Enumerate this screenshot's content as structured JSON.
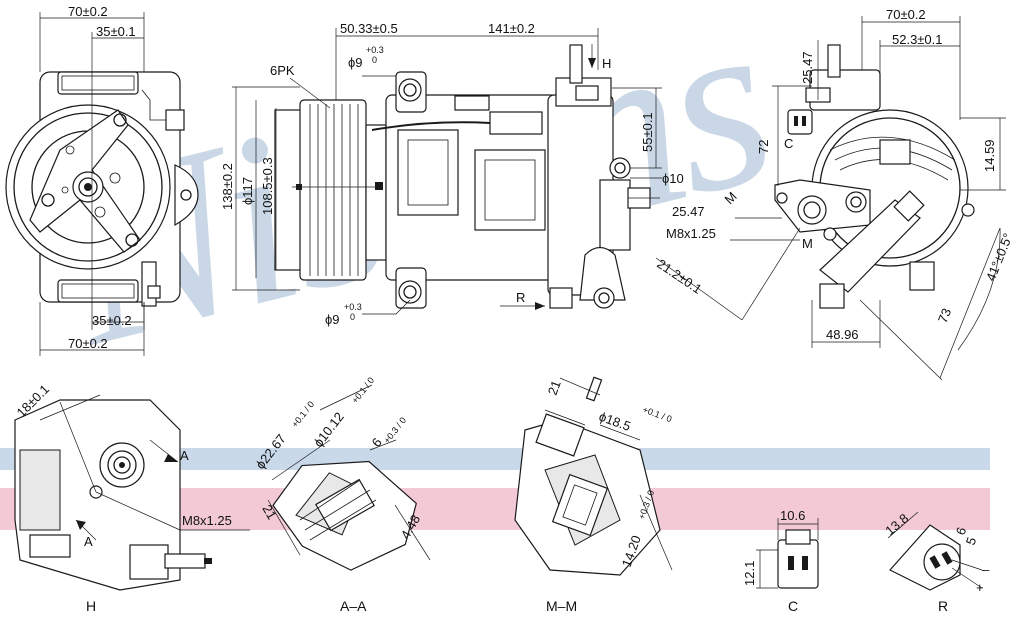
{
  "colors": {
    "watermark_blue": "#9fb7d3",
    "band_blue": "#c9d9ea",
    "band_pink": "#f2c9d4",
    "line": "#1a1a1a"
  },
  "watermark": {
    "text": "Nissens"
  },
  "views": {
    "front": {
      "dim_width": "70±0.2",
      "dim_half_top": "35±0.1",
      "dim_half_bottom": "35±0.2",
      "dim_width_bottom": "70±0.2"
    },
    "side": {
      "dim_a": "50.33±0.5",
      "dim_b": "141±0.2",
      "hole_top": "ϕ9",
      "hole_top_tol_plus": "+0.3",
      "hole_top_tol_zero": "0",
      "belt": "6PK",
      "dim_h138": "138±0.2",
      "dim_d117": "ϕ117",
      "dim_h108": "108.5±0.3",
      "dim_55": "55±0.1",
      "dim_d10": "ϕ10",
      "hole_bottom": "ϕ9",
      "hole_bottom_tol_plus": "+0.3",
      "hole_bottom_tol_zero": "0",
      "arrow_h": "H",
      "arrow_r": "R"
    },
    "rear": {
      "dim_70": "70±0.2",
      "dim_52": "52.3±0.1",
      "dim_25": "25.47",
      "dim_72": "72",
      "label_c": "C",
      "dim_1459": "14.59",
      "label_m": "M",
      "dim_2547": "25.47",
      "thread": "M8x1.25",
      "label_m2": "M",
      "dim_212": "21.2±0.1",
      "dim_41": "41°±0.5°",
      "dim_73": "73",
      "dim_4896": "48.96"
    },
    "section_h": {
      "dim_18": "18±0.1",
      "label_a1": "A",
      "label_a2": "A",
      "thread": "M8x1.25",
      "caption": "H"
    },
    "section_aa": {
      "dim_d2267": "ϕ22.67",
      "dim_d2267_tol": "+0.1 / 0",
      "dim_d1012": "ϕ10.12",
      "dim_d1012_tol": "+0.1 / 0",
      "dim_6": "6",
      "dim_6_tol": "+0.3 / 0",
      "dim_21": "21",
      "dim_448": "4.48",
      "caption": "A–A"
    },
    "section_mm": {
      "dim_21": "21",
      "dim_d185": "ϕ18.5",
      "dim_d185_tol": "+0.1 / 0",
      "dim_1420": "14.20",
      "dim_1420_tol": "+0.3 / 0",
      "caption": "M–M"
    },
    "connector_c": {
      "dim_106": "10.6",
      "dim_121": "12.1",
      "caption": "C"
    },
    "connector_r": {
      "dim_138": "13.8",
      "dim_5": "5",
      "dim_6": "6",
      "pin_minus": "–",
      "pin_plus": "+",
      "caption": "R"
    }
  }
}
